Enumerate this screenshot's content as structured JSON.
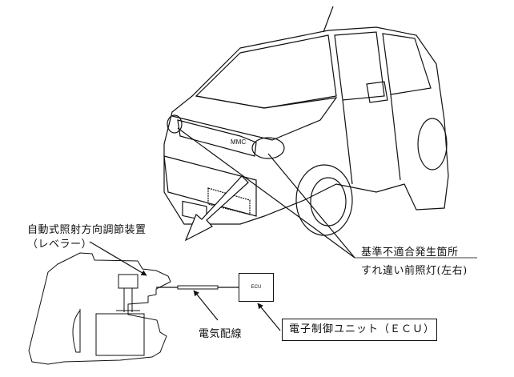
{
  "labels": {
    "leveler_title": "自動式照射方向調節装置",
    "leveler_sub": "（レベラー）",
    "defect_location": "基準不適合発生箇所",
    "headlamp": "すれ違い前照灯(左右)",
    "wiring": "電気配線",
    "ecu_short": "ECU",
    "ecu_full": "電子制御ユニット（ＥＣＵ）"
  },
  "vehicle_badge": "MMC"
}
